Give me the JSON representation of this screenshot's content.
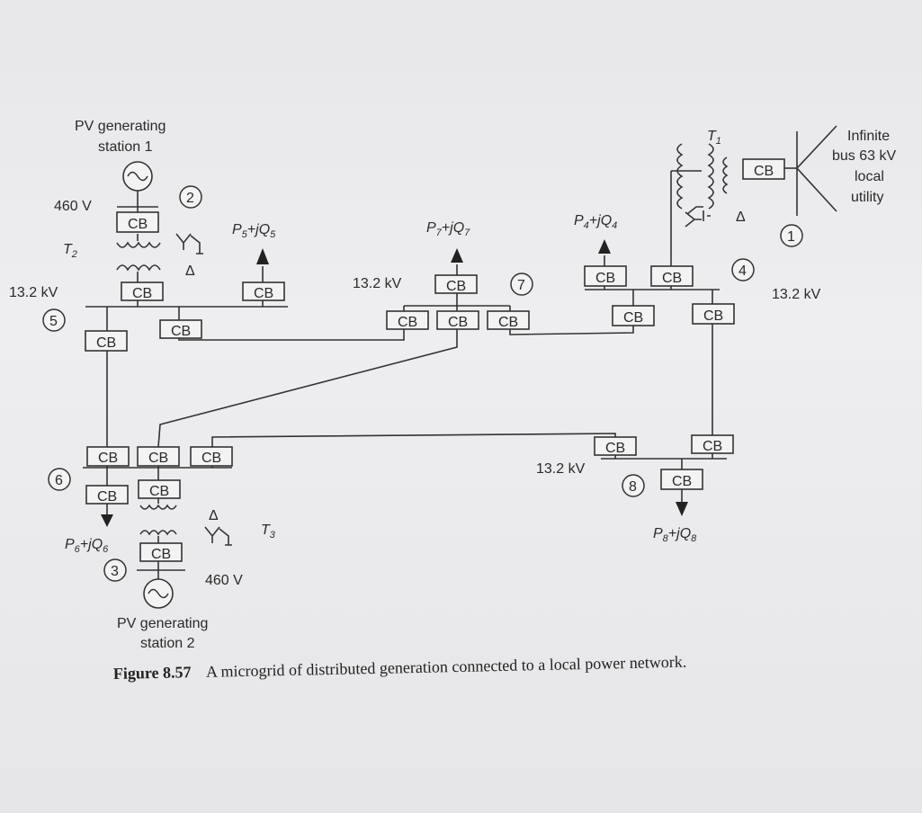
{
  "stations": {
    "pv1_line1": "PV generating",
    "pv1_line2": "station 1",
    "pv2_line1": "PV generating",
    "pv2_line2": "station 2"
  },
  "utility": {
    "line1": "Infinite",
    "line2": "bus 63 kV",
    "line3": "local",
    "line4": "utility"
  },
  "voltages": {
    "v460_top": "460 V",
    "v460_bottom": "460 V",
    "kv_bus5": "13.2 kV",
    "kv_bus7": "13.2 kV",
    "kv_bus4": "13.2 kV",
    "kv_bus8": "13.2 kV"
  },
  "transformers": {
    "t1": "T",
    "t1_sub": "1",
    "t2": "T",
    "t2_sub": "2",
    "t3": "T",
    "t3_sub": "3"
  },
  "loads": {
    "l5": {
      "p": "P",
      "p_sub": "5",
      "mid": "+j",
      "q": "Q",
      "q_sub": "5"
    },
    "l7": {
      "p": "P",
      "p_sub": "7",
      "mid": "+j",
      "q": "Q",
      "q_sub": "7"
    },
    "l4": {
      "p": "P",
      "p_sub": "4",
      "mid": "+j",
      "q": "Q",
      "q_sub": "4"
    },
    "l6": {
      "p": "P",
      "p_sub": "6",
      "mid": "+j",
      "q": "Q",
      "q_sub": "6"
    },
    "l8": {
      "p": "P",
      "p_sub": "8",
      "mid": "+j",
      "q": "Q",
      "q_sub": "8"
    }
  },
  "buses": {
    "b1": "1",
    "b2": "2",
    "b3": "3",
    "b4": "4",
    "b5": "5",
    "b6": "6",
    "b7": "7",
    "b8": "8"
  },
  "breaker_label": "CB",
  "delta_symbol": "Δ",
  "caption": {
    "figure": "Figure 8.57",
    "text": "A microgrid of distributed generation connected to a local power network."
  }
}
